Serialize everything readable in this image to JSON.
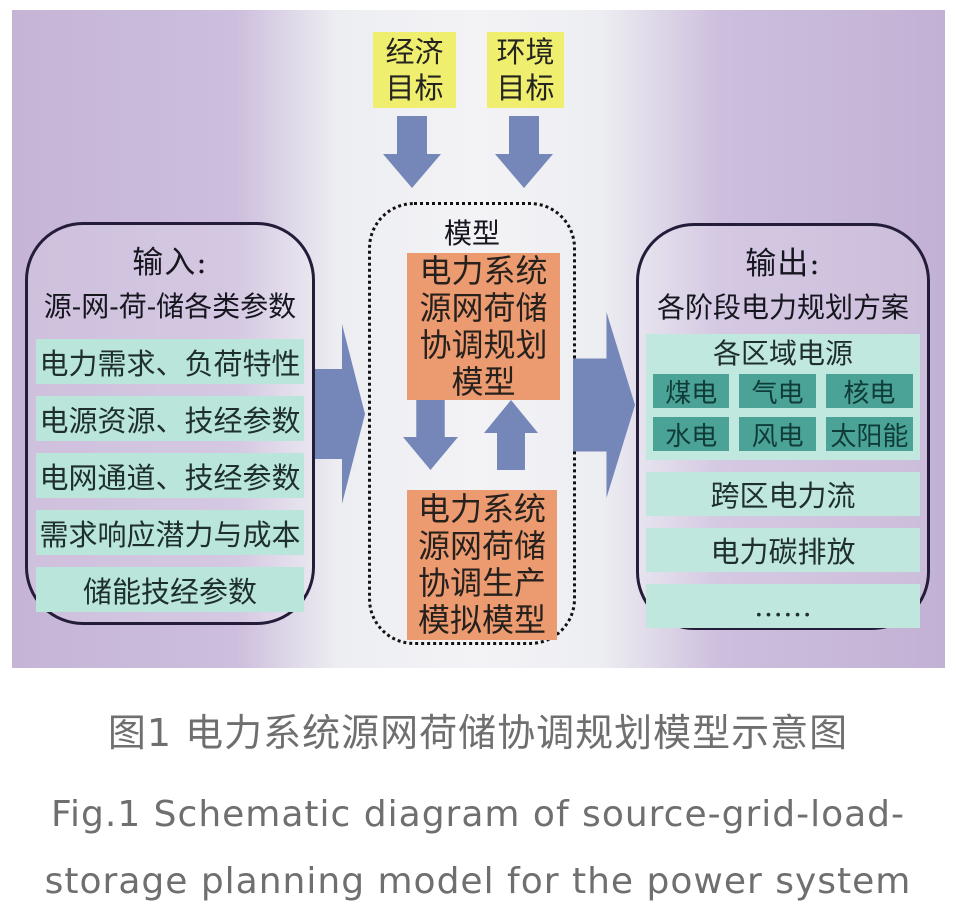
{
  "goals": {
    "economic": "经济\n目标",
    "environment": "环境\n目标"
  },
  "model": {
    "label": "模型",
    "planning": "电力系统\n源网荷储\n协调规划\n模型",
    "production": "电力系统\n源网荷储\n协调生产\n模拟模型"
  },
  "input": {
    "title": "输入:",
    "subtitle": "源-网-荷-储各类参数",
    "rows": [
      "电力需求、负荷特性",
      "电源资源、技经参数",
      "电网通道、技经参数",
      "需求响应潜力与成本",
      "储能技经参数"
    ]
  },
  "output": {
    "title": "输出:",
    "subtitle": "各阶段电力规划方案",
    "regional": {
      "label": "各区域电源",
      "sources": [
        "煤电",
        "气电",
        "核电",
        "水电",
        "风电",
        "太阳能"
      ]
    },
    "rows": [
      "跨区电力流",
      "电力碳排放",
      "……"
    ]
  },
  "caption": {
    "zh": "图1 电力系统源网荷储协调规划模型示意图",
    "en_line1": "Fig.1 Schematic diagram of source-grid-load-",
    "en_line2": "storage planning model for the power system"
  },
  "icons": {
    "down_arrow": "block-arrow-down",
    "up_arrow": "block-arrow-up",
    "right_arrow": "block-arrow-right"
  },
  "colors": {
    "yellow": "#f0ee6e",
    "orange": "#ec9b71",
    "tealLight": "#b9e5da",
    "tealPanel": "#c0e8de",
    "tealDark": "#4aa396",
    "arrowBlue": "#7487b8",
    "outline": "#241d3a",
    "lavender": "#c5b4d6",
    "captionGray": "#6f6f6f"
  }
}
